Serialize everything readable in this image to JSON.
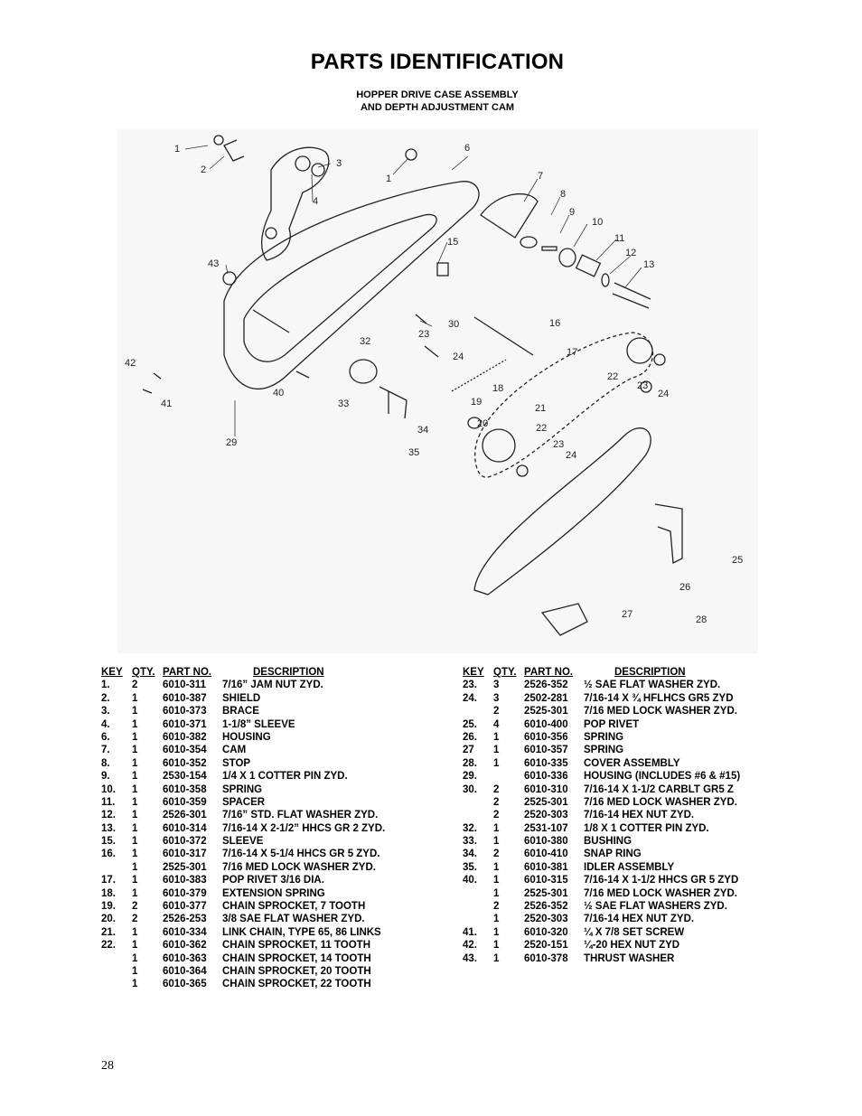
{
  "page": {
    "title": "PARTS IDENTIFICATION",
    "subtitle_1": "HOPPER DRIVE CASE ASSEMBLY",
    "subtitle_2": "AND DEPTH ADJUSTMENT CAM",
    "page_number": "28"
  },
  "diagram": {
    "callouts": [
      "1",
      "2",
      "3",
      "4",
      "1",
      "6",
      "7",
      "8",
      "9",
      "10",
      "11",
      "12",
      "13",
      "15",
      "43",
      "30",
      "23",
      "24",
      "16",
      "17",
      "32",
      "42",
      "41",
      "40",
      "33",
      "18",
      "19",
      "20",
      "21",
      "34",
      "35",
      "22",
      "23",
      "24",
      "22",
      "23",
      "24",
      "29",
      "25",
      "26",
      "27",
      "28"
    ]
  },
  "table_header": {
    "key": "KEY",
    "qty": "QTY.",
    "part": "PART NO.",
    "desc": "DESCRIPTION"
  },
  "left_rows": [
    {
      "key": "1.",
      "qty": "2",
      "part": "6010-311",
      "desc": "7/16” JAM NUT ZYD."
    },
    {
      "key": "2.",
      "qty": "1",
      "part": "6010-387",
      "desc": "SHIELD"
    },
    {
      "key": "3.",
      "qty": "1",
      "part": "6010-373",
      "desc": "BRACE"
    },
    {
      "key": "4.",
      "qty": "1",
      "part": "6010-371",
      "desc": "1-1/8” SLEEVE"
    },
    {
      "key": "6.",
      "qty": "1",
      "part": "6010-382",
      "desc": "HOUSING"
    },
    {
      "key": "7.",
      "qty": "1",
      "part": "6010-354",
      "desc": "CAM"
    },
    {
      "key": "8.",
      "qty": "1",
      "part": "6010-352",
      "desc": "STOP"
    },
    {
      "key": "9.",
      "qty": "1",
      "part": "2530-154",
      "desc": "1/4 X 1 COTTER PIN ZYD."
    },
    {
      "key": "10.",
      "qty": "1",
      "part": "6010-358",
      "desc": "SPRING"
    },
    {
      "key": "11.",
      "qty": "1",
      "part": "6010-359",
      "desc": "SPACER"
    },
    {
      "key": "12.",
      "qty": "1",
      "part": "2526-301",
      "desc": "7/16” STD. FLAT WASHER ZYD."
    },
    {
      "key": "13.",
      "qty": "1",
      "part": "6010-314",
      "desc": "7/16-14 X 2-1/2” HHCS GR 2 ZYD."
    },
    {
      "key": "15.",
      "qty": "1",
      "part": "6010-372",
      "desc": "SLEEVE"
    },
    {
      "key": "16.",
      "qty": "1",
      "part": "6010-317",
      "desc": "7/16-14 X 5-1/4 HHCS GR 5 ZYD."
    },
    {
      "key": "",
      "qty": "1",
      "part": "2525-301",
      "desc": "7/16 MED LOCK WASHER ZYD."
    },
    {
      "key": "17.",
      "qty": "1",
      "part": "6010-383",
      "desc": "POP RIVET 3/16 DIA."
    },
    {
      "key": "18.",
      "qty": "1",
      "part": "6010-379",
      "desc": "EXTENSION SPRING"
    },
    {
      "key": "19.",
      "qty": "2",
      "part": "6010-377",
      "desc": "CHAIN SPROCKET, 7 TOOTH"
    },
    {
      "key": "20.",
      "qty": "2",
      "part": "2526-253",
      "desc": "3/8 SAE FLAT WASHER ZYD."
    },
    {
      "key": "21.",
      "qty": "1",
      "part": "6010-334",
      "desc": "LINK CHAIN, TYPE 65, 86 LINKS"
    },
    {
      "key": "22.",
      "qty": "1",
      "part": "6010-362",
      "desc": "CHAIN SPROCKET, 11 TOOTH"
    },
    {
      "key": "",
      "qty": "1",
      "part": "6010-363",
      "desc": "CHAIN SPROCKET, 14 TOOTH"
    },
    {
      "key": "",
      "qty": "1",
      "part": "6010-364",
      "desc": "CHAIN SPROCKET, 20 TOOTH"
    },
    {
      "key": "",
      "qty": "1",
      "part": "6010-365",
      "desc": "CHAIN SPROCKET, 22 TOOTH"
    }
  ],
  "right_rows": [
    {
      "key": "23.",
      "qty": "3",
      "part": "2526-352",
      "desc": "½ SAE FLAT WASHER ZYD."
    },
    {
      "key": "24.",
      "qty": "3",
      "part": "2502-281",
      "desc": "7/16-14 X ¾ HFLHCS GR5 ZYD"
    },
    {
      "key": "",
      "qty": "2",
      "part": "2525-301",
      "desc": "7/16 MED LOCK WASHER ZYD."
    },
    {
      "key": "25.",
      "qty": "4",
      "part": "6010-400",
      "desc": "POP RIVET"
    },
    {
      "key": "26.",
      "qty": "1",
      "part": "6010-356",
      "desc": "SPRING"
    },
    {
      "key": "27",
      "qty": "1",
      "part": "6010-357",
      "desc": "SPRING"
    },
    {
      "key": "28.",
      "qty": "1",
      "part": "6010-335",
      "desc": "COVER ASSEMBLY"
    },
    {
      "key": "29.",
      "qty": "",
      "part": "6010-336",
      "desc": "HOUSING (INCLUDES #6 & #15)"
    },
    {
      "key": "30.",
      "qty": "2",
      "part": "6010-310",
      "desc": "7/16-14 X 1-1/2 CARBLT GR5 Z"
    },
    {
      "key": "",
      "qty": "2",
      "part": "2525-301",
      "desc": "7/16 MED LOCK WASHER ZYD."
    },
    {
      "key": "",
      "qty": "2",
      "part": "2520-303",
      "desc": "7/16-14 HEX NUT ZYD."
    },
    {
      "key": "32.",
      "qty": "1",
      "part": "2531-107",
      "desc": "1/8 X 1 COTTER PIN ZYD."
    },
    {
      "key": "33.",
      "qty": "1",
      "part": "6010-380",
      "desc": "BUSHING"
    },
    {
      "key": "34.",
      "qty": "2",
      "part": "6010-410",
      "desc": "SNAP RING"
    },
    {
      "key": "35.",
      "qty": "1",
      "part": "6010-381",
      "desc": "IDLER ASSEMBLY"
    },
    {
      "key": "40.",
      "qty": "1",
      "part": "6010-315",
      "desc": "7/16-14 X 1-1/2 HHCS GR 5 ZYD"
    },
    {
      "key": "",
      "qty": "1",
      "part": "2525-301",
      "desc": "7/16 MED LOCK WASHER ZYD."
    },
    {
      "key": "",
      "qty": "2",
      "part": "2526-352",
      "desc": "½ SAE FLAT WASHERS ZYD."
    },
    {
      "key": "",
      "qty": "1",
      "part": "2520-303",
      "desc": "7/16-14 HEX NUT ZYD."
    },
    {
      "key": "41.",
      "qty": "1",
      "part": "6010-320",
      "desc": "¼ X 7/8 SET SCREW"
    },
    {
      "key": "42.",
      "qty": "1",
      "part": "2520-151",
      "desc": "¼-20 HEX NUT ZYD"
    },
    {
      "key": "43.",
      "qty": "1",
      "part": "6010-378",
      "desc": "THRUST WASHER"
    }
  ]
}
